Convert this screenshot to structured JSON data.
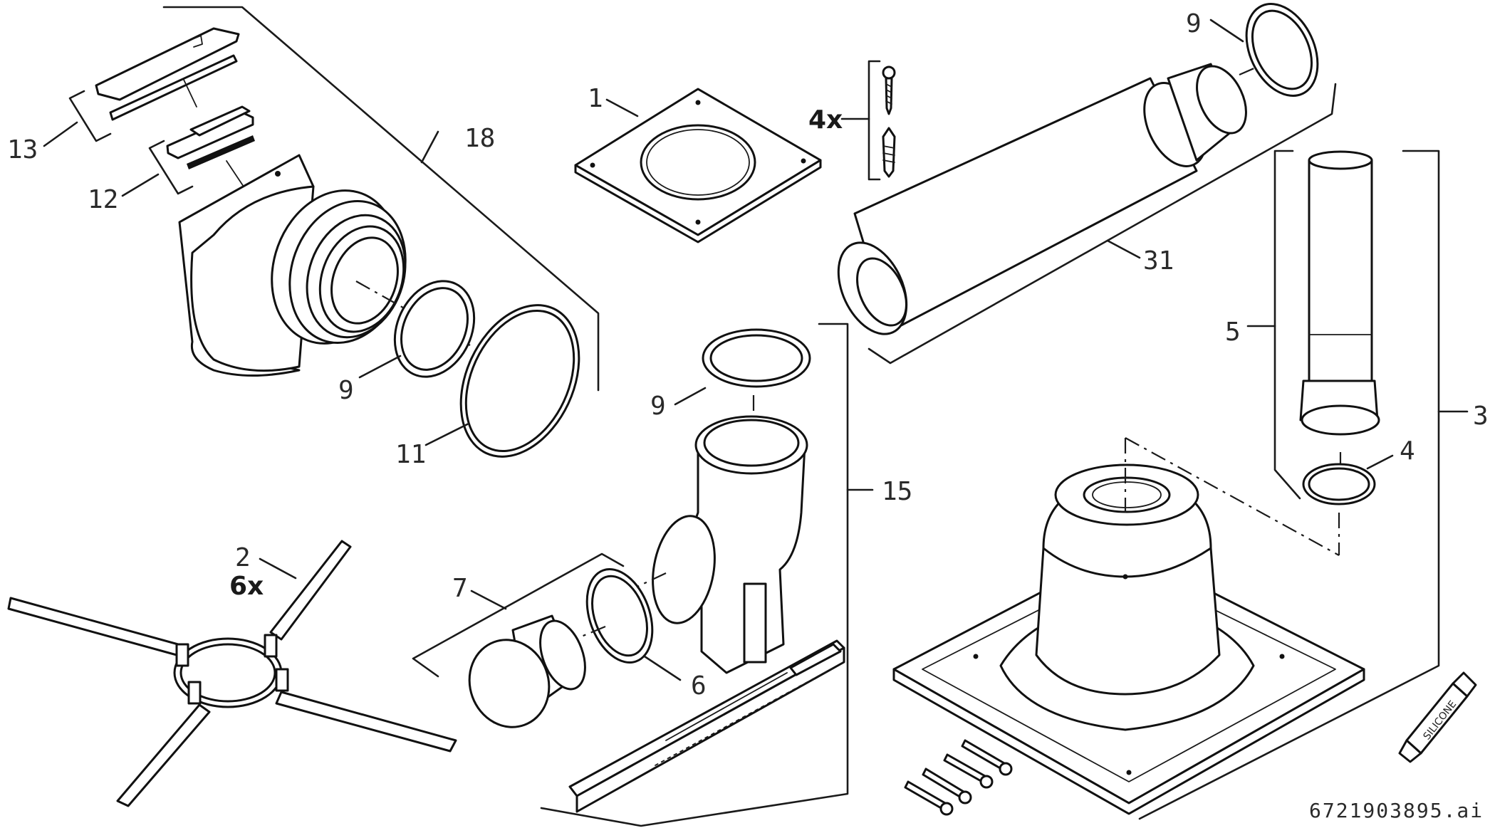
{
  "labels": {
    "l13": "13",
    "l12": "12",
    "l18": "18",
    "l1": "1",
    "l4x": "4x",
    "l9a": "9",
    "l9b": "9",
    "l9c": "9",
    "l31": "31",
    "l5": "5",
    "l3": "3",
    "l4": "4",
    "l11": "11",
    "l15": "15",
    "l2": "2",
    "l6x": "6x",
    "l7": "7",
    "l6": "6"
  },
  "tube_text": "SILICONE",
  "drawing_number": "6721903895.ai"
}
